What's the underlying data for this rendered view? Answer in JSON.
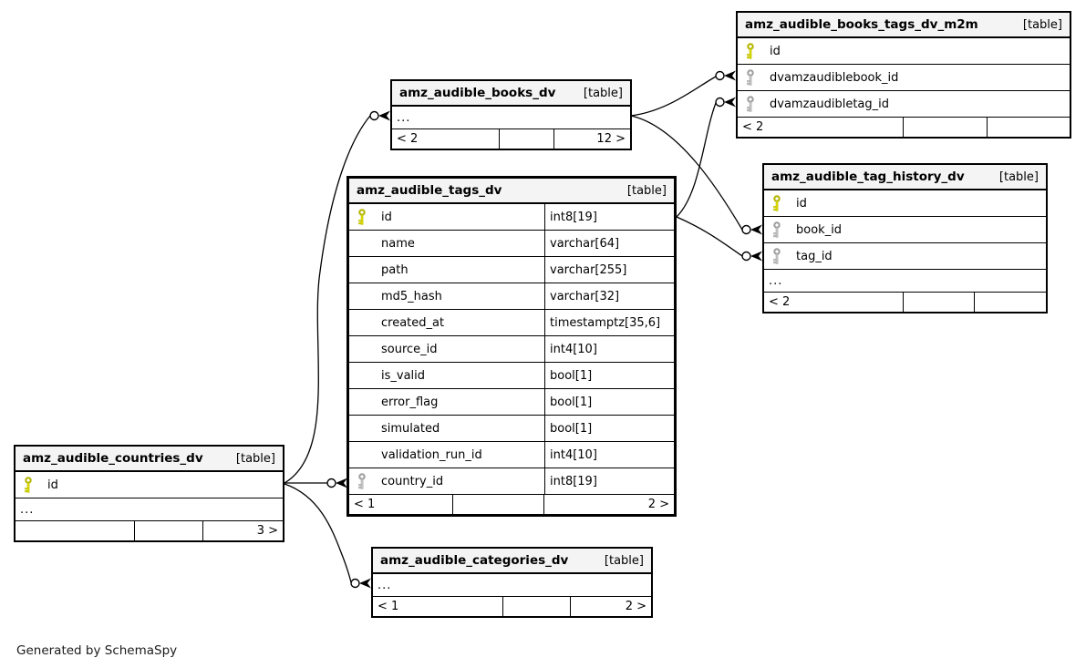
{
  "note": "Generated by SchemaSpy",
  "colors": {
    "primary_key": "#dedf00",
    "foreign_key": "#c8c8c8",
    "header_bg": "#f4f4f4",
    "border": "#000000",
    "background": "#ffffff"
  },
  "tables": [
    {
      "name": "amz_audible_books_tags_dv_m2m",
      "tag": "[table]",
      "rows": [
        {
          "key": "pk",
          "name": "id",
          "type": ""
        },
        {
          "key": "fk",
          "name": "dvamzaudiblebook_id",
          "type": ""
        },
        {
          "key": "fk",
          "name": "dvamzaudibletag_id",
          "type": ""
        }
      ],
      "footer": {
        "left": "< 2",
        "center": "",
        "right": ""
      }
    },
    {
      "name": "amz_audible_books_dv",
      "tag": "[table]",
      "rows": [
        {
          "key": "none",
          "name": "...",
          "type": ""
        }
      ],
      "footer": {
        "left": "< 2",
        "center": "",
        "right": "12 >"
      }
    },
    {
      "name": "amz_audible_tag_history_dv",
      "tag": "[table]",
      "rows": [
        {
          "key": "pk",
          "name": "id",
          "type": ""
        },
        {
          "key": "fk",
          "name": "book_id",
          "type": ""
        },
        {
          "key": "fk",
          "name": "tag_id",
          "type": ""
        },
        {
          "key": "none",
          "name": "...",
          "type": ""
        }
      ],
      "footer": {
        "left": "< 2",
        "center": "",
        "right": ""
      }
    },
    {
      "name": "amz_audible_tags_dv",
      "tag": "[table]",
      "rows": [
        {
          "key": "pk",
          "name": "id",
          "type": "int8[19]"
        },
        {
          "key": "none",
          "name": "name",
          "type": "varchar[64]"
        },
        {
          "key": "none",
          "name": "path",
          "type": "varchar[255]"
        },
        {
          "key": "none",
          "name": "md5_hash",
          "type": "varchar[32]"
        },
        {
          "key": "none",
          "name": "created_at",
          "type": "timestamptz[35,6]"
        },
        {
          "key": "none",
          "name": "source_id",
          "type": "int4[10]"
        },
        {
          "key": "none",
          "name": "is_valid",
          "type": "bool[1]"
        },
        {
          "key": "none",
          "name": "error_flag",
          "type": "bool[1]"
        },
        {
          "key": "none",
          "name": "simulated",
          "type": "bool[1]"
        },
        {
          "key": "none",
          "name": "validation_run_id",
          "type": "int4[10]"
        },
        {
          "key": "fk",
          "name": "country_id",
          "type": "int8[19]"
        }
      ],
      "footer": {
        "left": "< 1",
        "center": "",
        "right": "2 >"
      }
    },
    {
      "name": "amz_audible_countries_dv",
      "tag": "[table]",
      "rows": [
        {
          "key": "pk",
          "name": "id",
          "type": ""
        },
        {
          "key": "none",
          "name": "...",
          "type": ""
        }
      ],
      "footer": {
        "left": "",
        "center": "",
        "right": "3 >"
      }
    },
    {
      "name": "amz_audible_categories_dv",
      "tag": "[table]",
      "rows": [
        {
          "key": "none",
          "name": "...",
          "type": ""
        }
      ],
      "footer": {
        "left": "< 1",
        "center": "",
        "right": "2 >"
      }
    }
  ]
}
